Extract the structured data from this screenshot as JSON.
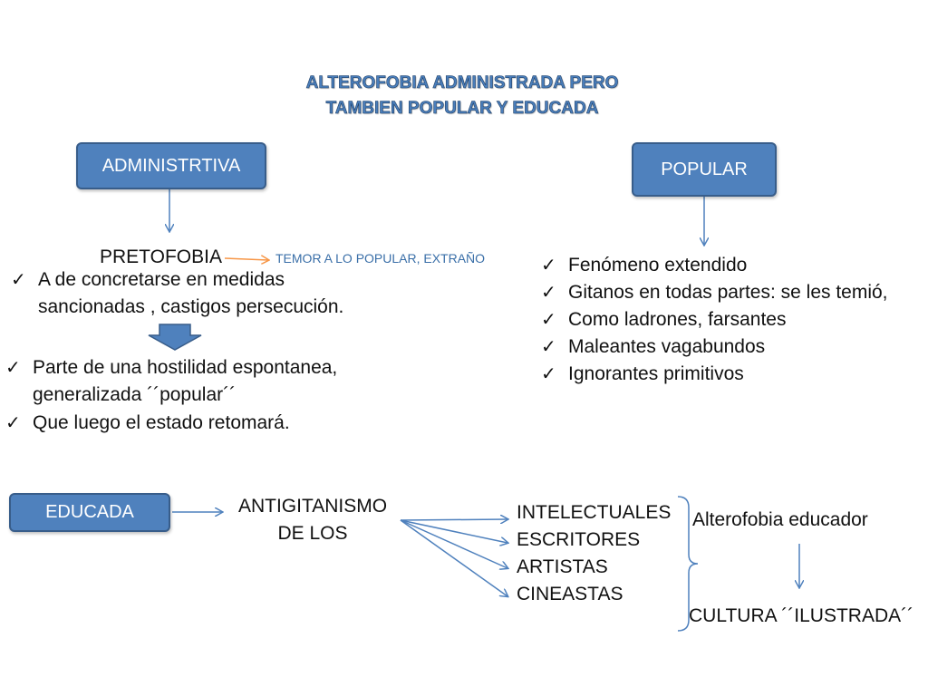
{
  "title": {
    "line1": "ALTEROFOBIA ADMINISTRADA PERO",
    "line2": "TAMBIEN POPULAR Y EDUCADA"
  },
  "colors": {
    "box_fill": "#4f81bd",
    "box_border": "#385d8a",
    "arrow_blue": "#4f81bd",
    "arrow_orange": "#f79646"
  },
  "administrativa": {
    "box_label": "ADMINISTRTIVA",
    "pretofobia": "PRETOFOBIA",
    "temor": "TEMOR A LO POPULAR, EXTRAÑO",
    "item1_line1": "A de concretarse en medidas",
    "item1_line2": "sancionadas , castigos persecución.",
    "item2_line1": "Parte de una hostilidad espontanea,",
    "item2_line2": "generalizada ´´popular´´",
    "item3": "Que luego el estado retomará."
  },
  "popular": {
    "box_label": "POPULAR",
    "items": [
      "Fenómeno extendido",
      "Gitanos en todas partes: se les temió,",
      "Como ladrones, farsantes",
      "Maleantes vagabundos",
      "Ignorantes primitivos"
    ]
  },
  "educada": {
    "box_label": "EDUCADA",
    "antigitanismo_line1": "ANTIGITANISMO",
    "antigitanismo_line2": "DE LOS",
    "groups": [
      "INTELECTUALES",
      "ESCRITORES",
      "ARTISTAS",
      "CINEASTAS"
    ],
    "alterofobia": "Alterofobia educador",
    "cultura": "CULTURA ´´ILUSTRADA´´"
  },
  "check_glyph": "✓"
}
